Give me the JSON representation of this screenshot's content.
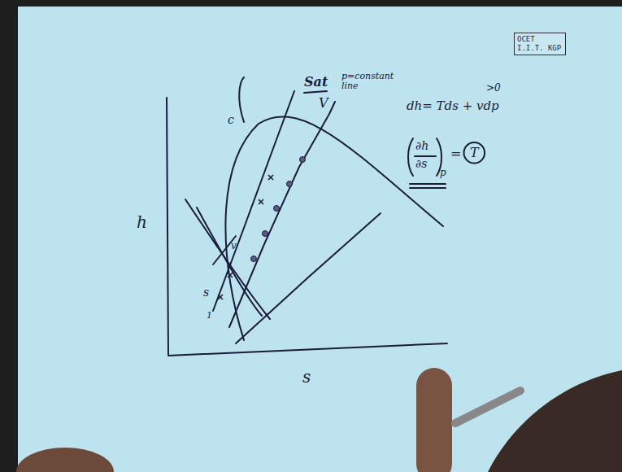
{
  "diagram": {
    "nodes": [
      {
        "text": [
          "OCET I.I.T. KGP"
        ]
      }
    ],
    "labels": [
      "Sat",
      "V",
      "p=constant line",
      "c",
      "v",
      "s",
      "1",
      "h",
      "s",
      "dh= Tds + vdp",
      ">0",
      "∂h",
      "∂s",
      "p",
      "=",
      "T"
    ]
  }
}
